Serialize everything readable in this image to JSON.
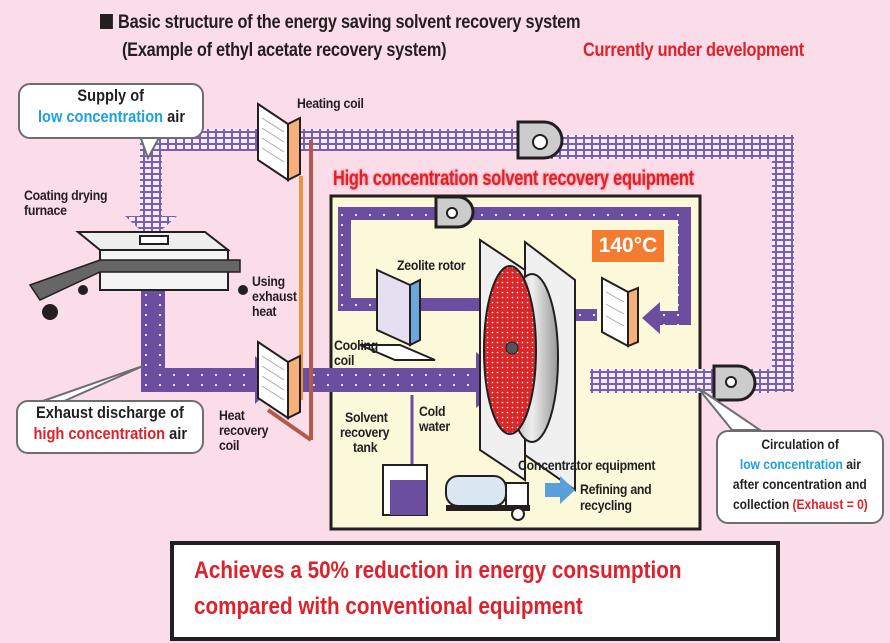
{
  "header": {
    "title": "Basic structure of the energy saving solvent recovery system",
    "subtitle": "(Example of ethyl acetate recovery system)",
    "status": "Currently under development"
  },
  "callouts": {
    "supply": {
      "line1": "Supply of",
      "highlight": "low concentration",
      "tail": " air"
    },
    "exhaust": {
      "line1": "Exhaust discharge of",
      "highlight": "high concentration",
      "tail": " air"
    },
    "circulation": {
      "line1": "Circulation of",
      "highlight": "low concentration",
      "tail": " air",
      "line3": "after concentration and",
      "line4a": "collection ",
      "line4b": "(Exhaust = 0)"
    }
  },
  "labels": {
    "heating_coil": "Heating coil",
    "coating_furnace_1": "Coating drying",
    "coating_furnace_2": "furnace",
    "exhaust_heat_1": "Using",
    "exhaust_heat_2": "exhaust",
    "exhaust_heat_3": "heat",
    "heat_recovery_1": "Heat",
    "heat_recovery_2": "recovery",
    "heat_recovery_3": "coil",
    "hc_equipment": "High concentration solvent recovery equipment",
    "zeolite_rotor": "Zeolite rotor",
    "cooling_coil_1": "Cooling",
    "cooling_coil_2": "coil",
    "solvent_tank_1": "Solvent",
    "solvent_tank_2": "recovery",
    "solvent_tank_3": "tank",
    "cold_water_1": "Cold",
    "cold_water_2": "water",
    "concentrator": "Concentrator equipment",
    "refining_1": "Refining and",
    "refining_2": "recycling",
    "temperature": "140°C"
  },
  "summary": {
    "line1": "Achieves a 50% reduction in energy consumption",
    "line2": "compared with conventional equipment"
  },
  "colors": {
    "background": "#fbdde9",
    "duct_purple": "#6b4ea0",
    "accent_red": "#e0202a",
    "accent_blue": "#1aa3dc",
    "coil_orange": "#f47c30",
    "equipment_bg": "#fbf9d9"
  }
}
